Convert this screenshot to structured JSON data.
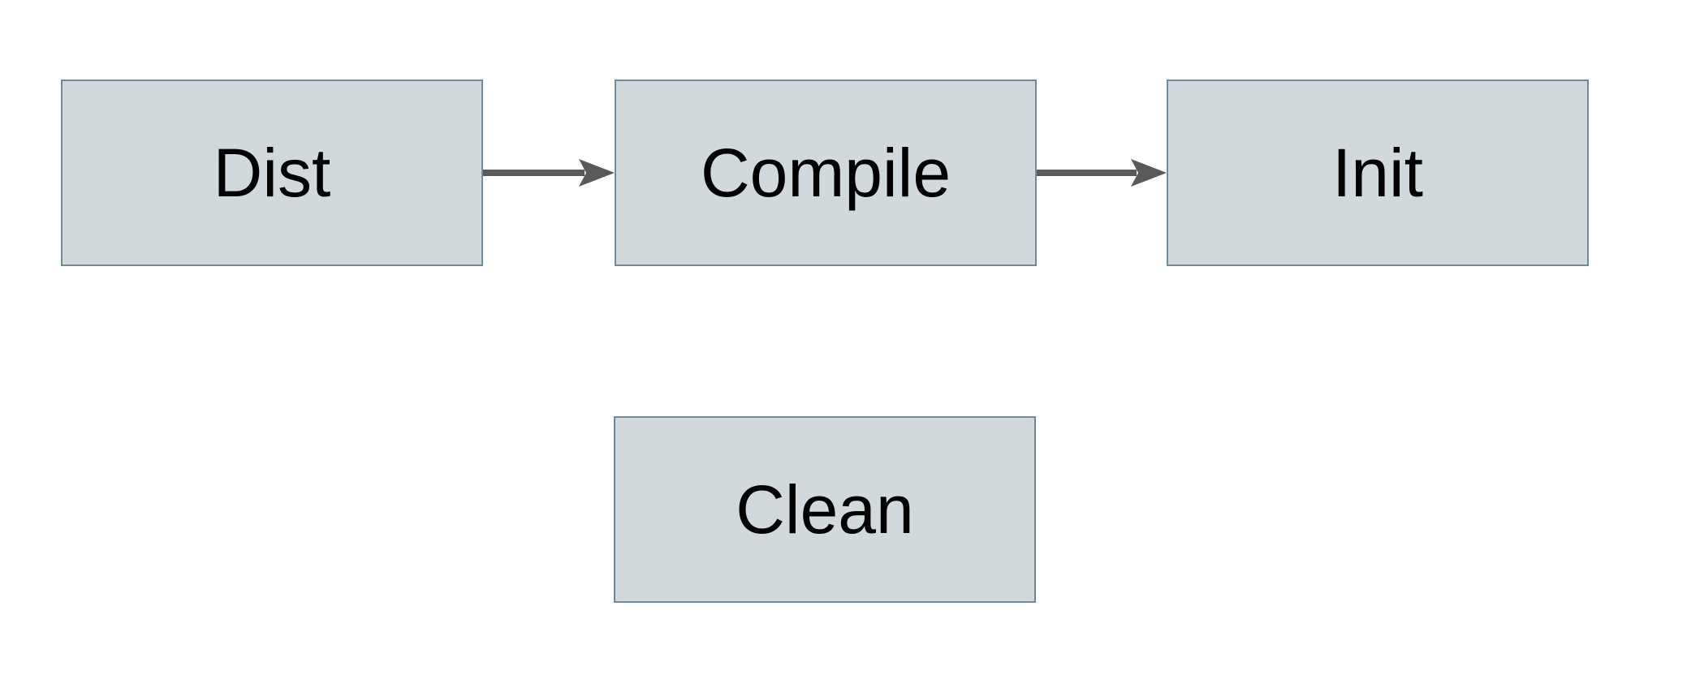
{
  "diagram": {
    "type": "flowchart",
    "background_color": "#ffffff",
    "node_fill_color": "#d2d9dc",
    "node_border_color": "#6e8b9b",
    "arrow_color": "#595959",
    "label_color": "#000000",
    "nodes": [
      {
        "id": "dist",
        "label": "Dist"
      },
      {
        "id": "compile",
        "label": "Compile"
      },
      {
        "id": "init",
        "label": "Init"
      },
      {
        "id": "clean",
        "label": "Clean"
      }
    ],
    "edges": [
      {
        "from": "Dist",
        "to": "Compile",
        "style": "solid-arrow"
      },
      {
        "from": "Compile",
        "to": "Init",
        "style": "solid-arrow"
      }
    ]
  }
}
